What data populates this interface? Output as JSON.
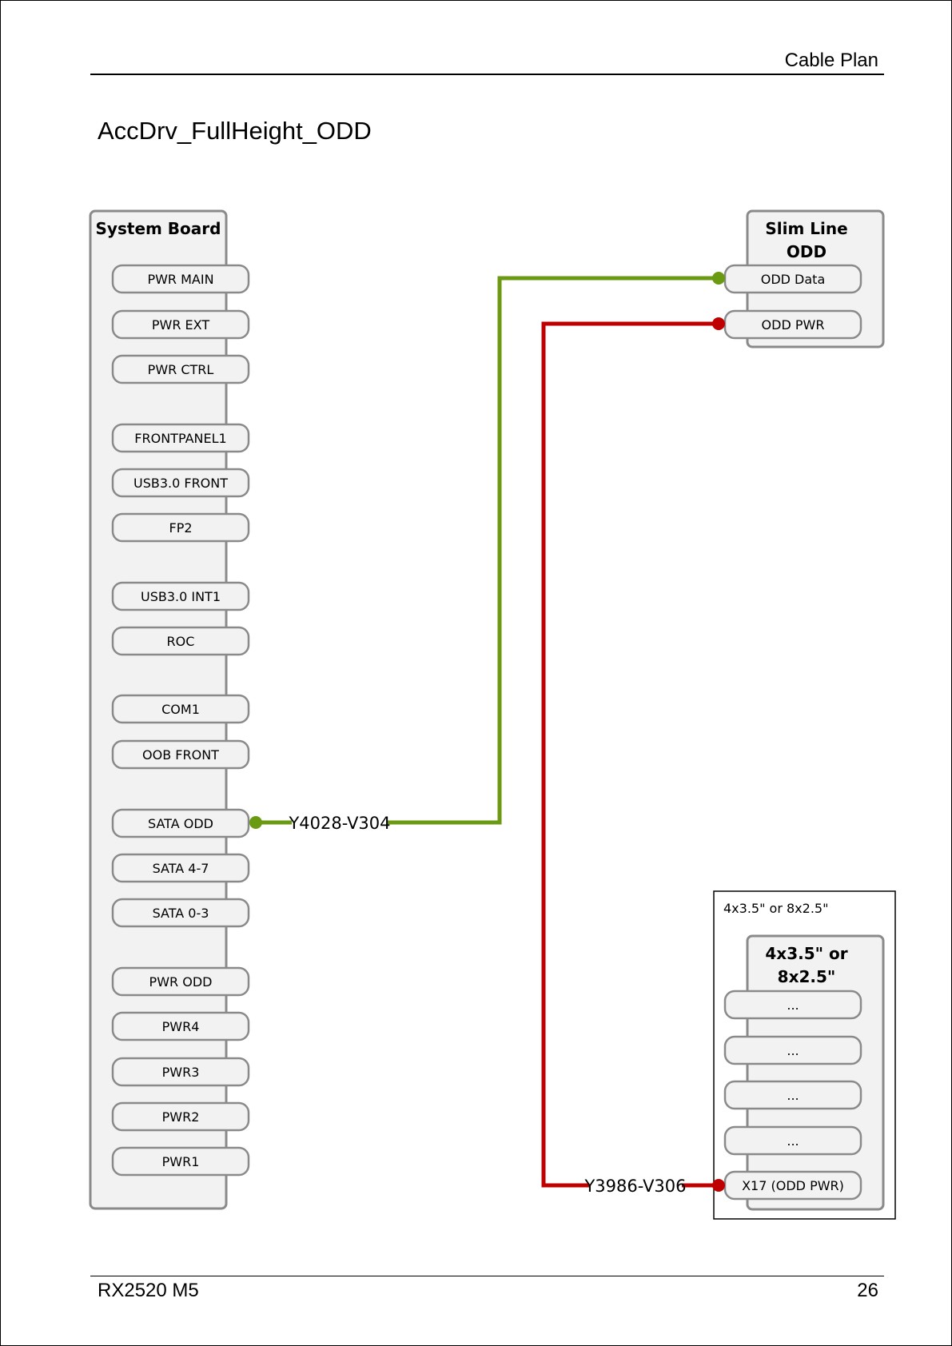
{
  "header": {
    "title": "Cable Plan"
  },
  "page_title": "AccDrv_FullHeight_ODD",
  "footer": {
    "product": "RX2520 M5",
    "page_number": "26"
  },
  "diagram": {
    "system_board": {
      "title": "System Board",
      "connectors": [
        "PWR MAIN",
        "PWR EXT",
        "PWR CTRL",
        "FRONTPANEL1",
        "USB3.0 FRONT",
        "FP2",
        "USB3.0 INT1",
        "ROC",
        "COM1",
        "OOB FRONT",
        "SATA ODD",
        "SATA 4-7",
        "SATA 0-3",
        "PWR ODD",
        "PWR4",
        "PWR3",
        "PWR2",
        "PWR1"
      ]
    },
    "slim_odd": {
      "title_line1": "Slim Line",
      "title_line2": "ODD",
      "connectors": [
        "ODD Data",
        "ODD PWR"
      ]
    },
    "backplane_group": {
      "label": "4x3.5\" or 8x2.5\"",
      "title_line1": "4x3.5\" or",
      "title_line2": "8x2.5\"",
      "connectors": [
        "...",
        "...",
        "...",
        "...",
        "X17 (ODD PWR)"
      ]
    },
    "cables": [
      {
        "label": "Y4028-V304",
        "color": "#6a9a12",
        "from": "SATA ODD",
        "to": "ODD Data"
      },
      {
        "label": "Y3986-V306",
        "color": "#c00000",
        "from": "X17 (ODD PWR)",
        "to": "ODD PWR"
      }
    ]
  }
}
